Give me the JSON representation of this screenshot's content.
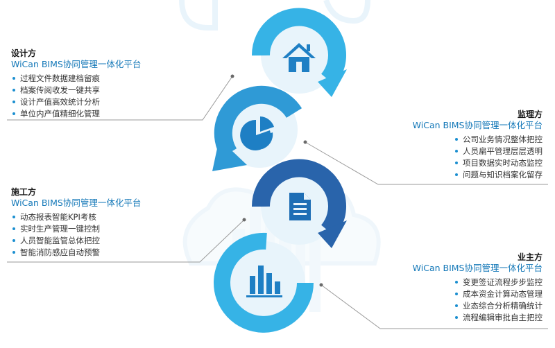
{
  "colors": {
    "accent": "#1478b8",
    "cyan": "#36b3e6",
    "blue_mid": "#2f8fd0",
    "blue_dark": "#2964ab",
    "circle_fill": "#e8f4fb",
    "leader_line": "#9a9a9a"
  },
  "blocks": [
    {
      "id": "designer",
      "role": "设计方",
      "platform": "WiCan  BIMS协同管理一体化平台",
      "items": [
        "过程文件数据建档留痕",
        "档案传阅收发一键共享",
        "设计产值高效统计分析",
        "单位内产值精细化管理"
      ],
      "icon": "home-icon"
    },
    {
      "id": "supervisor",
      "role": "监理方",
      "platform": "WiCan  BIMS协同管理一体化平台",
      "items": [
        "公司业务情况整体把控",
        "人员扁平管理层层透明",
        "项目数据实时动态监控",
        "问题与知识档案化留存"
      ],
      "icon": "pie-chart-icon"
    },
    {
      "id": "constructor",
      "role": "施工方",
      "platform": "WiCan  BIMS协同管理一体化平台",
      "items": [
        "动态报表智能KPI考核",
        "实时生产管理一键控制",
        "人员智能监管总体把控",
        "智能消防感应自动预警"
      ],
      "icon": "document-icon"
    },
    {
      "id": "owner",
      "role": "业主方",
      "platform": "WiCan  BIMS协同管理一体化平台",
      "items": [
        "变更签证流程步步监控",
        "成本资金计算动态管理",
        "业态综合分析精确统计",
        "流程编辑审批自主把控"
      ],
      "icon": "bar-chart-icon"
    }
  ]
}
